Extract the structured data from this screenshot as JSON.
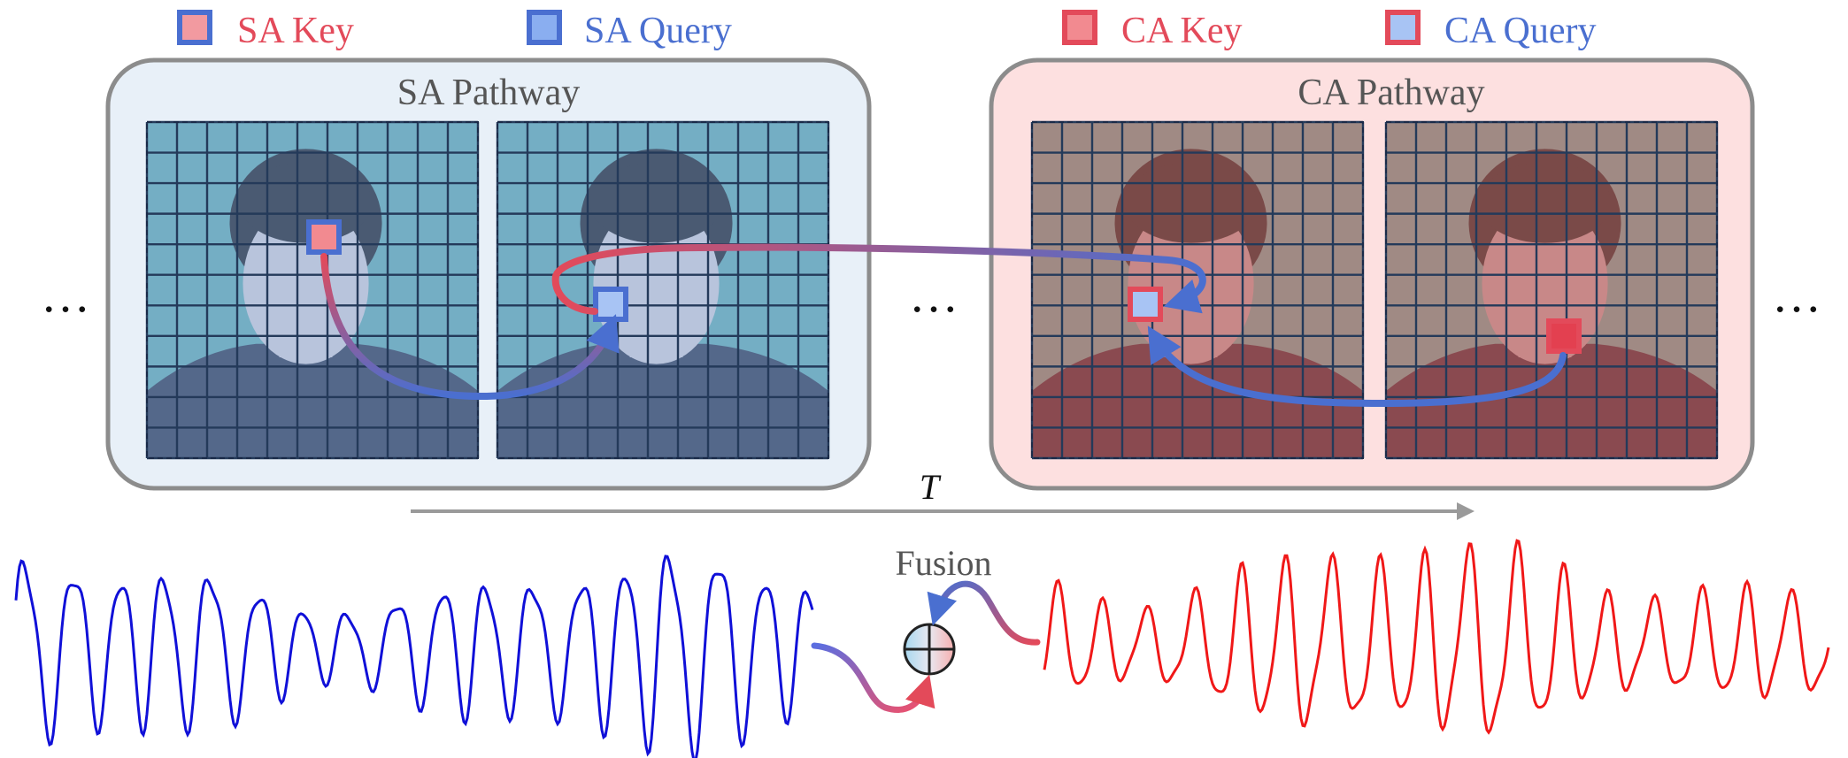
{
  "legend": {
    "sa_key": "SA Key",
    "sa_query": "SA Query",
    "ca_key": "CA Key",
    "ca_query": "CA Query"
  },
  "panels": {
    "sa_title": "SA Pathway",
    "ca_title": "CA Pathway"
  },
  "ellipsis": "…",
  "time_label": "T",
  "fusion_label": "Fusion",
  "colors": {
    "sa_blue": "#4a6fd0",
    "ca_red": "#e34a5a",
    "sa_signal": "#1010d8",
    "ca_signal": "#f01818",
    "sa_panel_bg": "#e8f0f8",
    "ca_panel_bg": "#fde0e0",
    "panel_border": "#8c8c8c",
    "grid_line": "#243a5a",
    "label_gray": "#555555"
  },
  "icons": {
    "frame": "face-video-frame",
    "fusion": "circled-plus-icon",
    "arrow": "arrow-icon"
  }
}
